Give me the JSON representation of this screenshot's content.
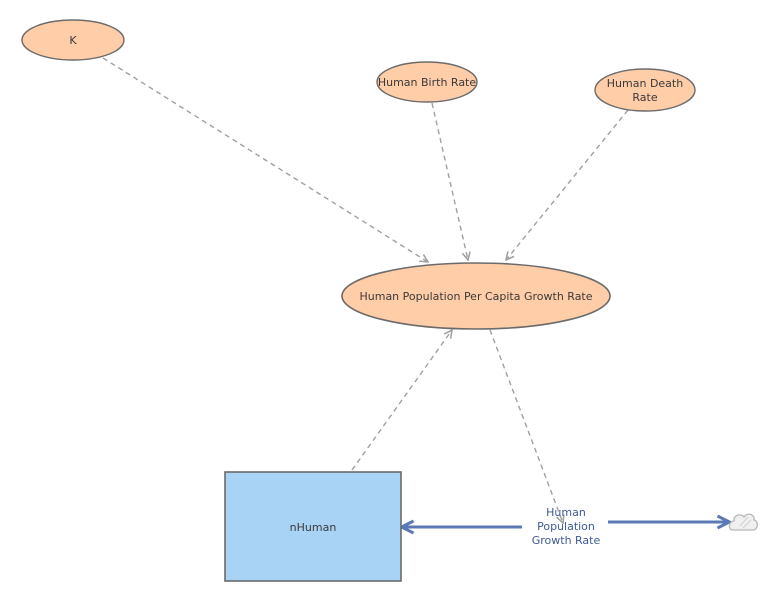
{
  "diagram": {
    "variables": {
      "k": "K",
      "birth_rate": [
        "Human Birth Rate"
      ],
      "death_rate": [
        "Human Death",
        "Rate"
      ],
      "growth_per_capita": "Human Population Per Capita Growth Rate"
    },
    "stock": {
      "label": "nHuman"
    },
    "flow": {
      "label_lines": [
        "Human",
        "Population",
        "Growth Rate"
      ]
    },
    "colors": {
      "variable_fill": "#ffcda8",
      "variable_stroke": "#6b6b6b",
      "stock_fill": "#a9d3f5",
      "stock_stroke": "#6a6a6a",
      "link": "#a0a0a0",
      "flow": "#5a79b5",
      "cloud_fill": "#f0f0f0",
      "cloud_stroke": "#b8b8b8"
    }
  }
}
